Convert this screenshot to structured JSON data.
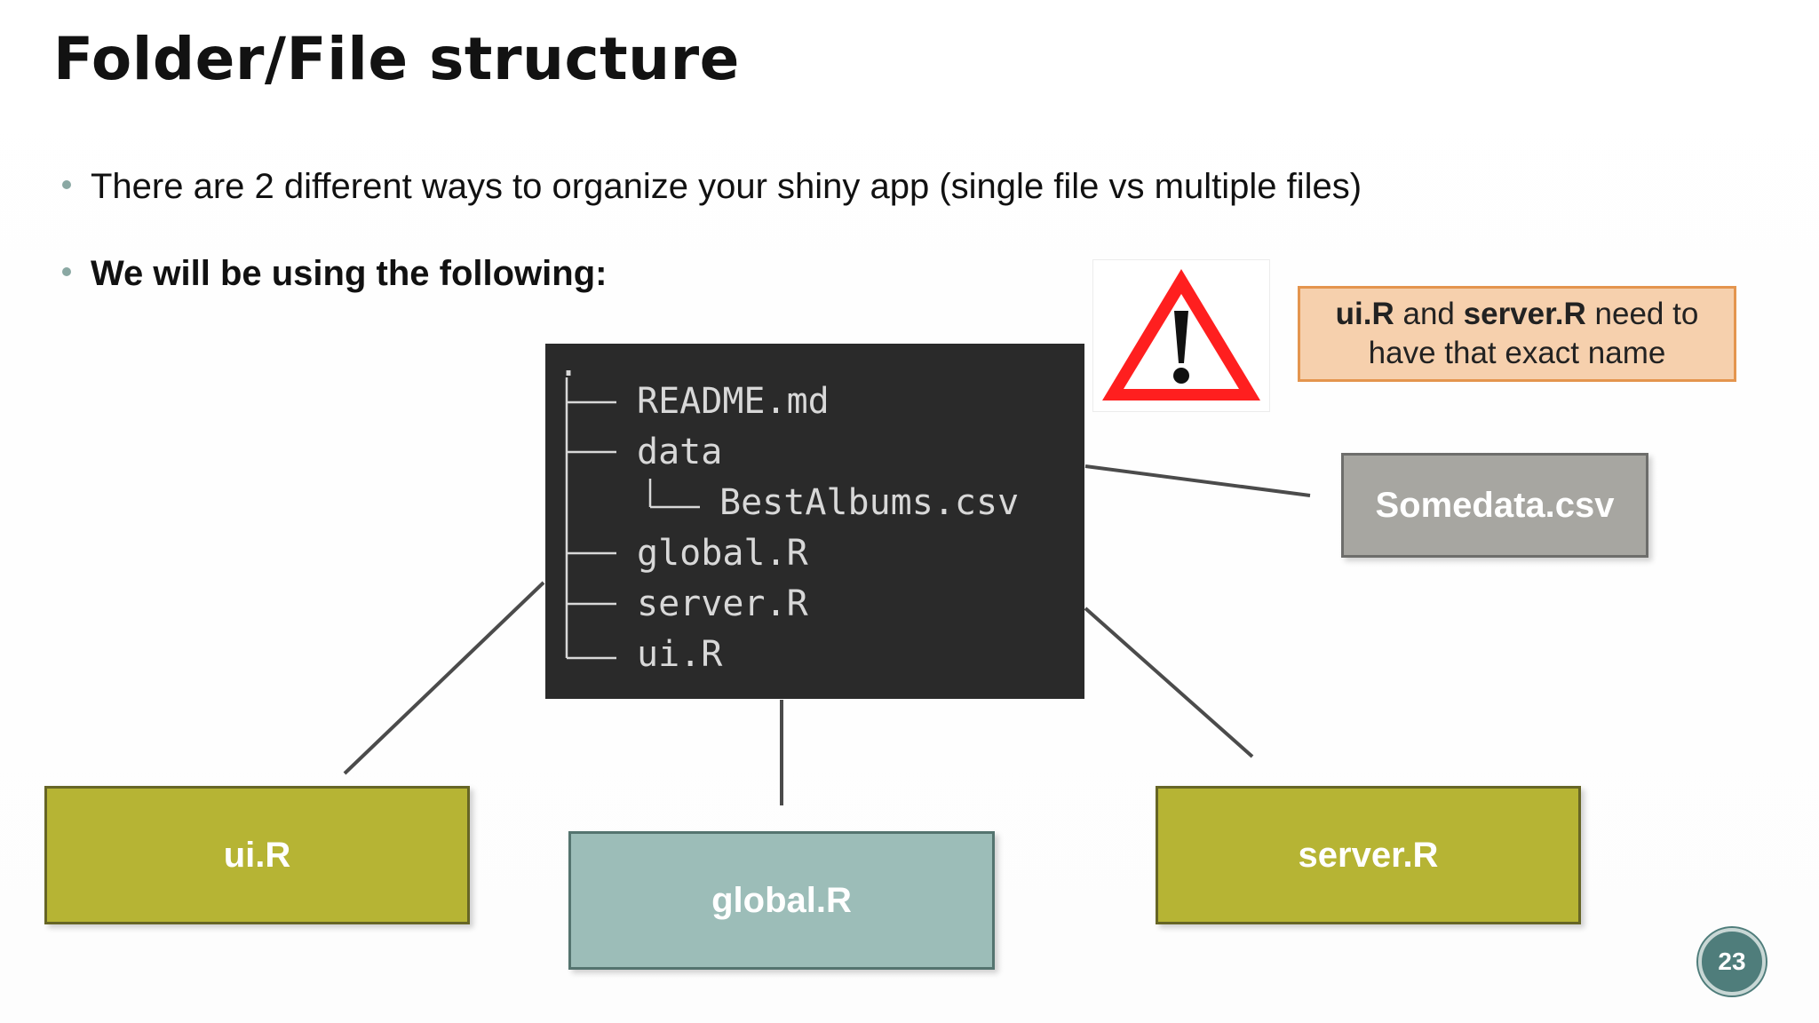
{
  "slide": {
    "title": "Folder/File structure",
    "bullets": [
      "There are 2 different ways to organize your shiny app (single file vs multiple files)",
      "We will be using the following:"
    ],
    "page_number": "23"
  },
  "tree": {
    "root": ".",
    "items": [
      "README.md",
      "data",
      "BestAlbums.csv",
      "global.R",
      "server.R",
      "ui.R"
    ]
  },
  "warning": {
    "icon": "warning-triangle-icon",
    "note": {
      "part1_bold": "ui.R",
      "part2": " and ",
      "part3_bold": "server.R",
      "part4": " need to",
      "line2": "have that exact name"
    }
  },
  "boxes": {
    "data": "Somedata.csv",
    "ui": "ui.R",
    "global": "global.R",
    "server": "server.R"
  },
  "colors": {
    "terminal_bg": "#2a2a2a",
    "olive": "#b6b434",
    "teal": "#9cbdb8",
    "gray": "#a7a6a1",
    "note_fill": "#f6d0ad",
    "note_border": "#e4954e",
    "warning_red": "#ff1f1f",
    "page_badge": "#4f7d7b"
  }
}
